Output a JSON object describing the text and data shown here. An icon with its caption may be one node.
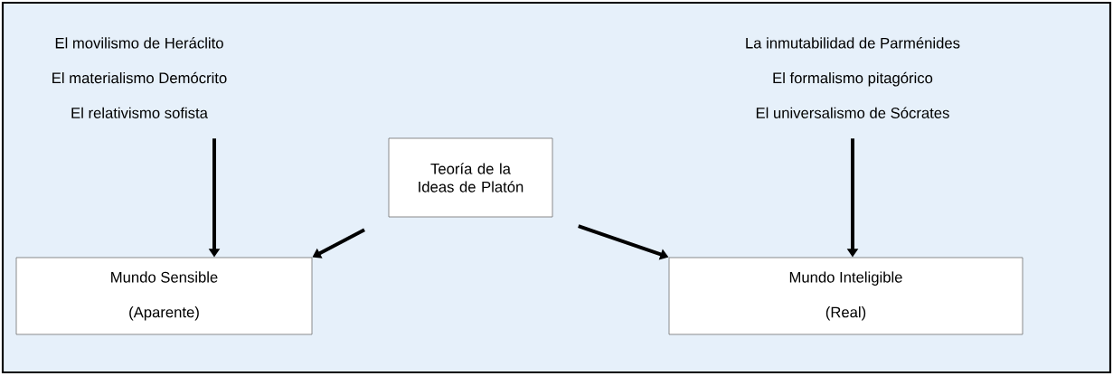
{
  "diagram": {
    "nodes": [
      {
        "text": [],
        "shape": "box"
      },
      {
        "text": [
          "El movilismo de Heráclito",
          "El materialismo Demócrito",
          "El relativismo sofista"
        ],
        "in": 0
      },
      {
        "text": [
          "La inmutabilidad de Parménides",
          "El formalismo pitagórico",
          "El universalismo de Sócrates"
        ],
        "in": 0
      },
      {
        "text": [
          "Teoría de la Ideas de Platón"
        ],
        "in": 0
      },
      {
        "text": [
          "Mundo Sensible",
          "(Aparente)"
        ],
        "in": 0
      },
      {
        "text": [
          "Mundo Inteligible",
          "(Real)"
        ],
        "in": 0
      }
    ],
    "edges": [
      {
        "from": 1,
        "to": 4,
        "arrow": "to"
      },
      {
        "from": 2,
        "to": 5,
        "arrow": "to"
      },
      {
        "from": 3,
        "to": 4,
        "arrow": "to"
      },
      {
        "from": 3,
        "to": 5,
        "arrow": "to"
      }
    ]
  }
}
